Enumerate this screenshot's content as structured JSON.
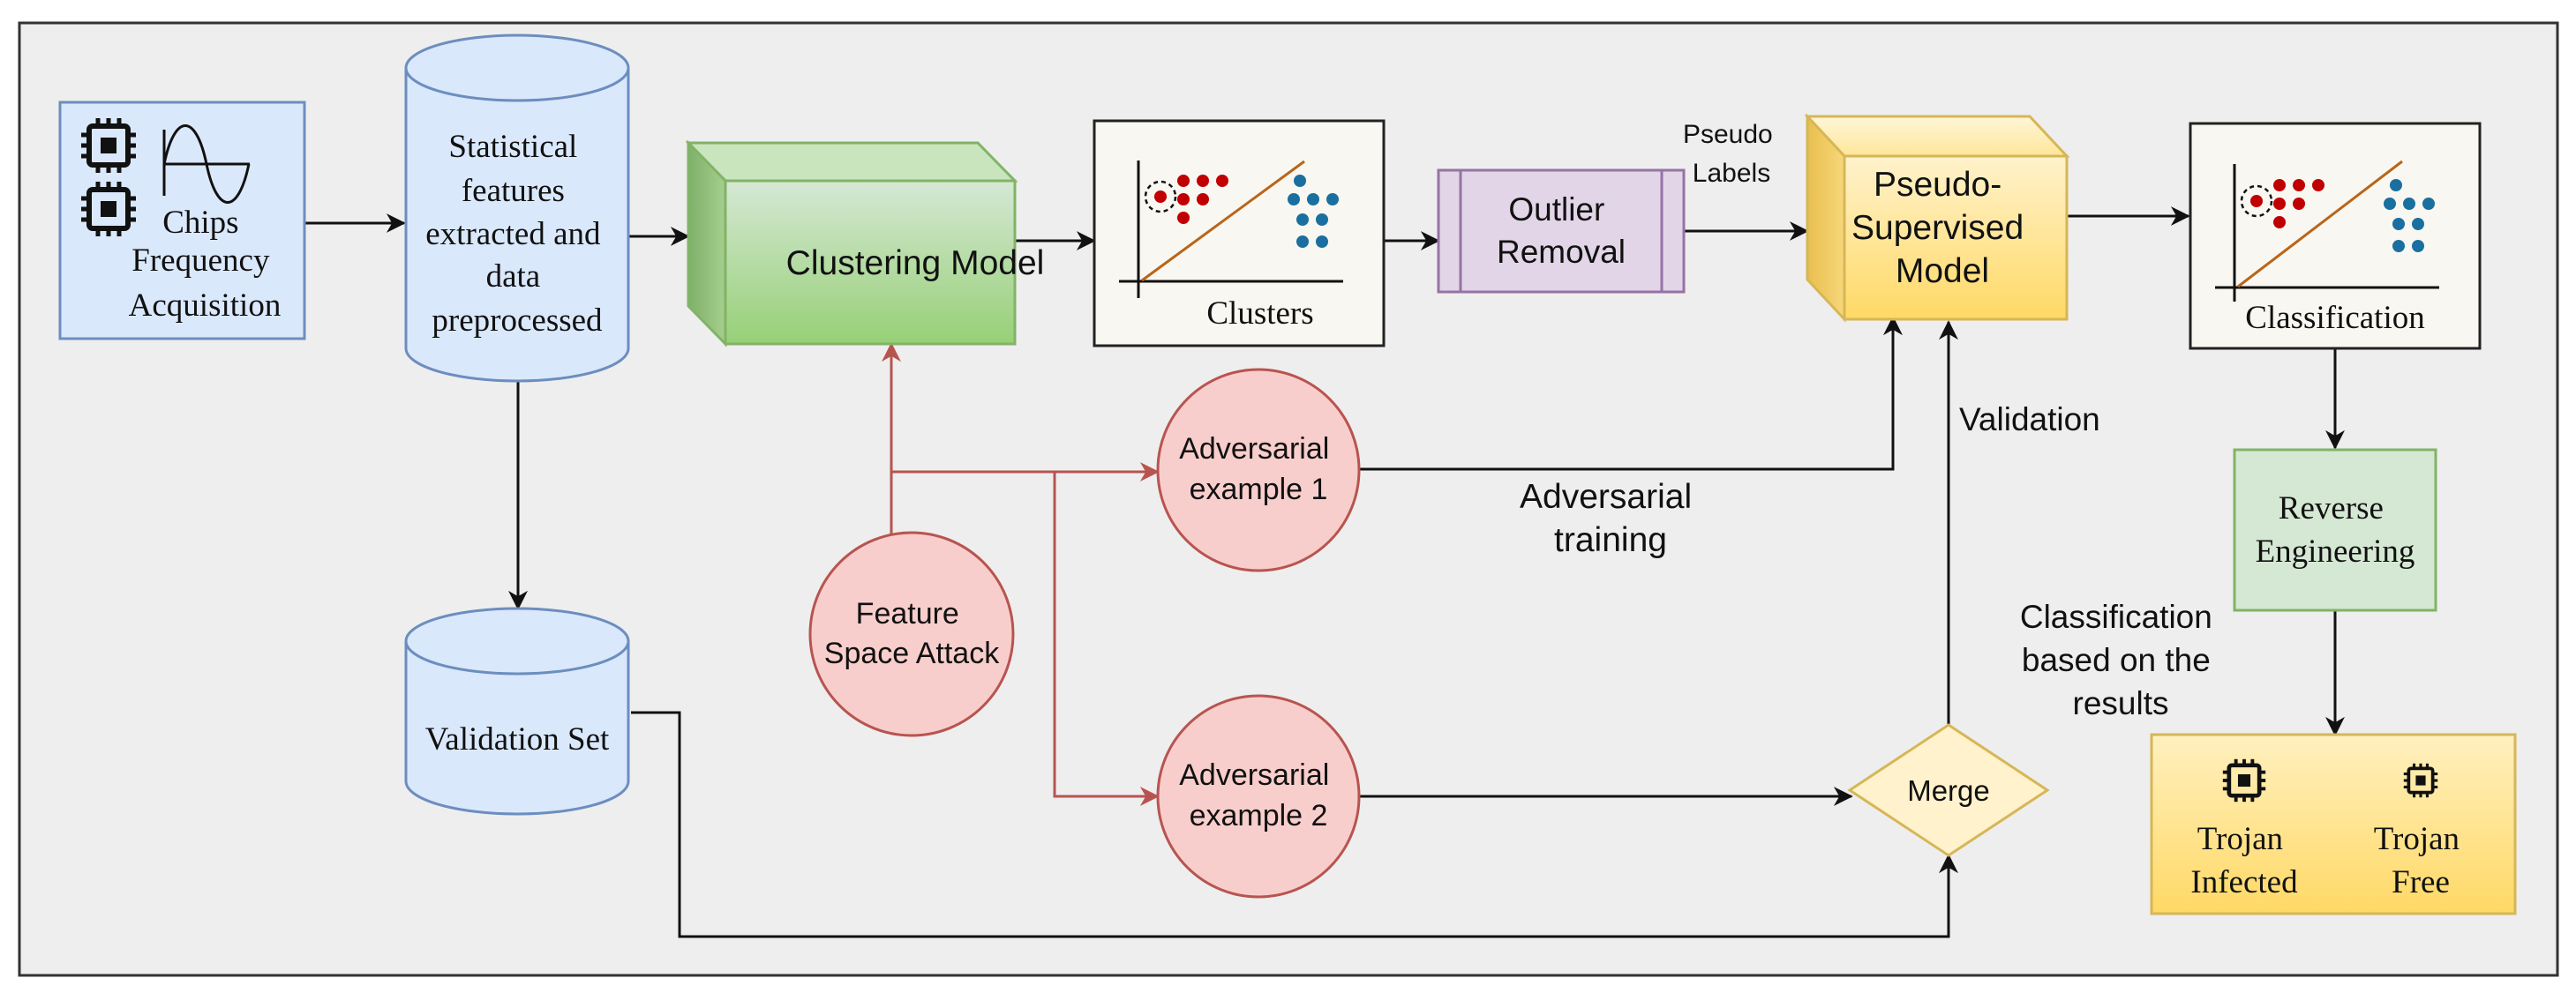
{
  "input": {
    "lines": [
      "Chips",
      "Frequency",
      "Acquisition"
    ]
  },
  "features": {
    "lines": [
      "Statistical",
      "features",
      "extracted and",
      "data",
      "preprocessed"
    ]
  },
  "validation_set": {
    "label": "Validation Set"
  },
  "clustering": {
    "label": "Clustering Model"
  },
  "clusters": {
    "label": "Clusters"
  },
  "outlier": {
    "lines": [
      "Outlier",
      "Removal"
    ]
  },
  "pseudo_labels": {
    "lines": [
      "Pseudo",
      "Labels"
    ]
  },
  "pseudo_model": {
    "lines": [
      "Pseudo-",
      "Supervised",
      "Model"
    ]
  },
  "classification_plot": {
    "label": "Classification"
  },
  "reverse_engineering": {
    "lines": [
      "Reverse",
      "Engineering"
    ]
  },
  "results_caption": {
    "lines": [
      "Classification",
      "based on the",
      "results"
    ]
  },
  "outcomes": {
    "infected": {
      "lines": [
        "Trojan",
        "Infected"
      ]
    },
    "free": {
      "lines": [
        "Trojan",
        "Free"
      ]
    }
  },
  "attack": {
    "lines": [
      "Feature",
      "Space Attack"
    ]
  },
  "adv1": {
    "lines": [
      "Adversarial",
      "example 1"
    ]
  },
  "adv2": {
    "lines": [
      "Adversarial",
      "example 2"
    ]
  },
  "adv_training": {
    "lines": [
      "Adversarial",
      "training"
    ]
  },
  "validation_label": {
    "label": "Validation"
  },
  "merge": {
    "label": "Merge"
  },
  "colors": {
    "blue_fill": "#dae8fc",
    "blue_stroke": "#6c8ebf",
    "green_light": "#d5e8d4",
    "green_stroke": "#82b366",
    "purple_fill": "#e1d5e7",
    "purple_stroke": "#9673a6",
    "yellow_fill": "#fff2cc",
    "yellow_stroke": "#d6b656",
    "orange_fill": "#ffd966",
    "red_fill": "#f8cecc",
    "red_stroke": "#b85450",
    "cluster_red": "#c00000",
    "cluster_teal": "#1a6fa0",
    "trend_line": "#b9651a",
    "panel_bg": "#f9f7f1",
    "canvas_bg": "#eeeeee"
  }
}
